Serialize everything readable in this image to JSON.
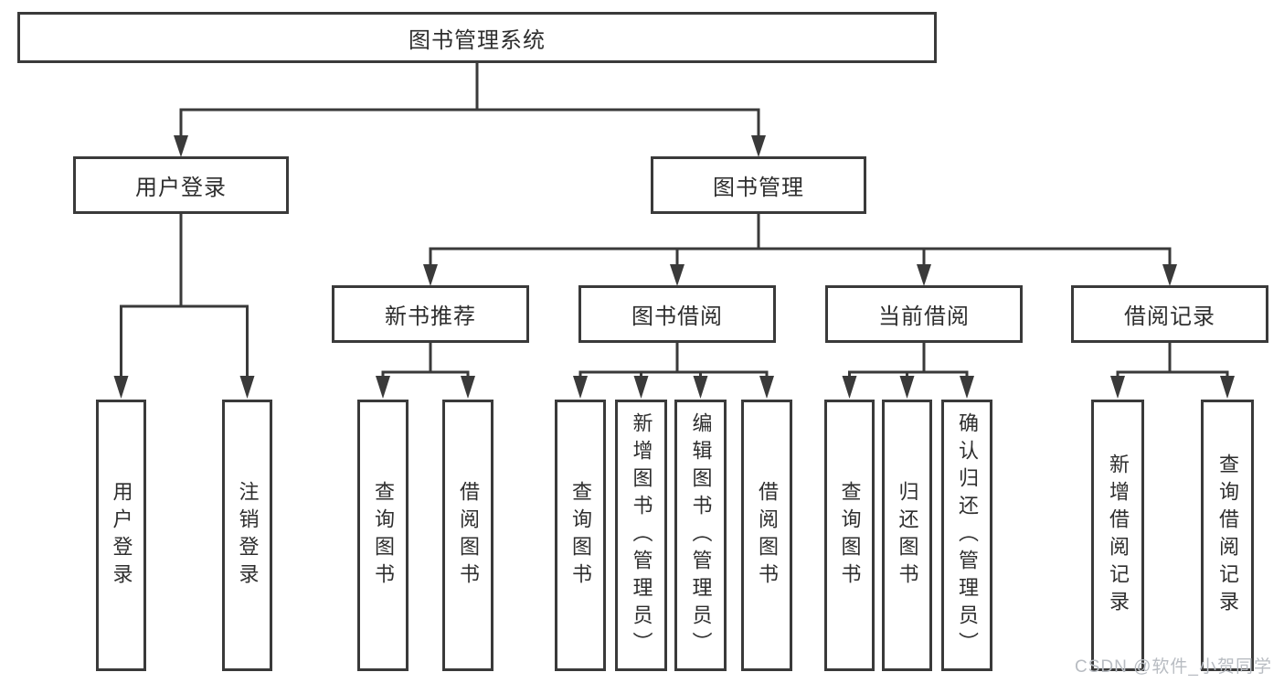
{
  "diagram": {
    "title": "图书管理系统",
    "branches": {
      "user_login": "用户登录",
      "book_mgmt": "图书管理"
    },
    "modules": {
      "new_book": "新书推荐",
      "borrow": "图书借阅",
      "current": "当前借阅",
      "records": "借阅记录"
    },
    "functions": {
      "user_login": [
        "用户登录",
        "注销登录"
      ],
      "new_book": [
        "查询图书",
        "借阅图书"
      ],
      "borrow": [
        "查询图书",
        "新增图书（管理员）",
        "编辑图书（管理员）",
        "借阅图书"
      ],
      "current": [
        "查询图书",
        "归还图书",
        "确认归还（管理员）"
      ],
      "records": [
        "新增借阅记录",
        "查询借阅记录"
      ]
    }
  },
  "watermark": {
    "text": "CSDN @软件_小贺同学"
  },
  "colors": {
    "line": "#3a3a3a",
    "text": "#2e2e2e",
    "watermark": "#b8bcc2",
    "background": "#ffffff"
  }
}
